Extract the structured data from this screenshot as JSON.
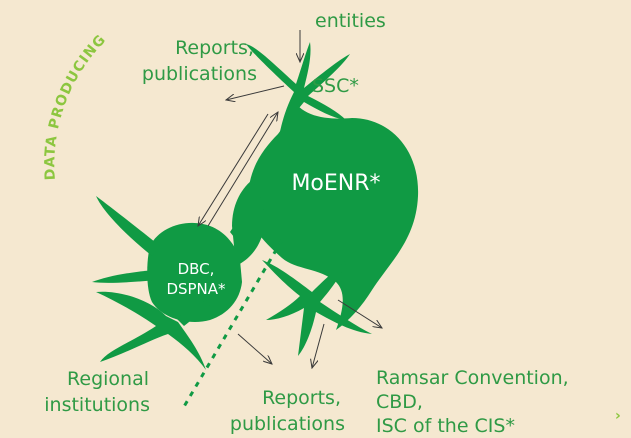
{
  "arc_label": "DATA PRODUCING",
  "labels": {
    "entities": "entities",
    "reports_top_1": "Reports,",
    "reports_top_2": "publications",
    "ssc": "SSC*",
    "moenr": "MoENR*",
    "dbc_1": "DBC,",
    "dbc_2": "DSPNA*",
    "regional_1": "Regional",
    "regional_2": "institutions",
    "reports_bottom_1": "Reports,",
    "reports_bottom_2": "publications",
    "ramsar_1": "Ramsar Convention,",
    "ramsar_2": "CBD,",
    "ramsar_3": "ISC of the CIS*"
  },
  "colors": {
    "background": "#f5e8d0",
    "node_green": "#109a44",
    "text_green": "#2f9a45",
    "arc_green": "#8cc63f"
  }
}
